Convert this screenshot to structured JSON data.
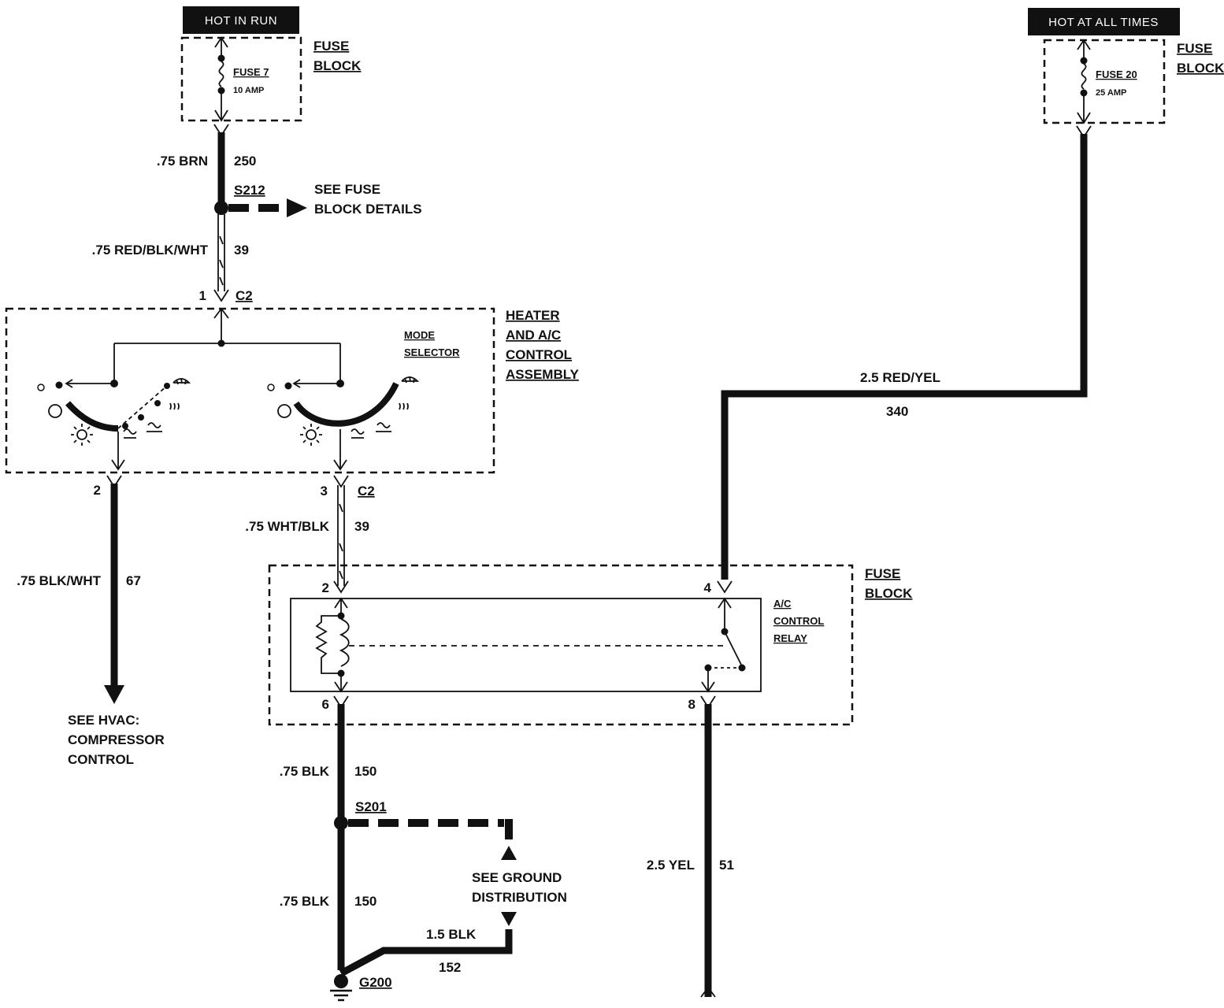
{
  "headers": {
    "hot_in_run": "HOT IN RUN",
    "hot_at_all_times": "HOT AT ALL TIMES"
  },
  "fuse_block_top_left": {
    "title_line1": "FUSE",
    "title_line2": "BLOCK",
    "fuse_name": "FUSE 7",
    "fuse_rating": "10 AMP"
  },
  "fuse_block_top_right": {
    "title_line1": "FUSE",
    "title_line2": "BLOCK",
    "fuse_name": "FUSE 20",
    "fuse_rating": "25 AMP"
  },
  "wires": {
    "w250": {
      "gauge_color": ".75 BRN",
      "circuit": "250"
    },
    "w39_top": {
      "gauge_color": ".75 RED/BLK/WHT",
      "circuit": "39"
    },
    "w67": {
      "gauge_color": ".75 BLK/WHT",
      "circuit": "67"
    },
    "w39_mid": {
      "gauge_color": ".75 WHT/BLK",
      "circuit": "39"
    },
    "w340": {
      "gauge_color": "2.5 RED/YEL",
      "circuit": "340"
    },
    "w150_a": {
      "gauge_color": ".75 BLK",
      "circuit": "150"
    },
    "w150_b": {
      "gauge_color": ".75 BLK",
      "circuit": "150"
    },
    "w152": {
      "gauge_color": "1.5 BLK",
      "circuit": "152"
    },
    "w51": {
      "gauge_color": "2.5 YEL",
      "circuit": "51"
    }
  },
  "splices": {
    "s212": {
      "name": "S212",
      "note_line1": "SEE FUSE",
      "note_line2": "BLOCK DETAILS"
    },
    "s201": {
      "name": "S201",
      "note_line1": "SEE GROUND",
      "note_line2": "DISTRIBUTION"
    }
  },
  "connectors": {
    "c2_pin1": {
      "pin": "1",
      "name": "C2"
    },
    "c2_pin2": {
      "pin": "2"
    },
    "c2_pin3": {
      "pin": "3",
      "name": "C2"
    },
    "relay_pin2": "2",
    "relay_pin4": "4",
    "relay_pin6": "6",
    "relay_pin8": "8"
  },
  "control_assembly": {
    "line1": "HEATER",
    "line2": "AND A/C",
    "line3": "CONTROL",
    "line4": "ASSEMBLY",
    "mode_line1": "MODE",
    "mode_line2": "SELECTOR"
  },
  "fuse_block_bottom": {
    "title_line1": "FUSE",
    "title_line2": "BLOCK",
    "relay_line1": "A/C",
    "relay_line2": "CONTROL",
    "relay_line3": "RELAY"
  },
  "hvac_note": {
    "line1": "SEE HVAC:",
    "line2": "COMPRESSOR",
    "line3": "CONTROL"
  },
  "ground": {
    "name": "G200"
  }
}
